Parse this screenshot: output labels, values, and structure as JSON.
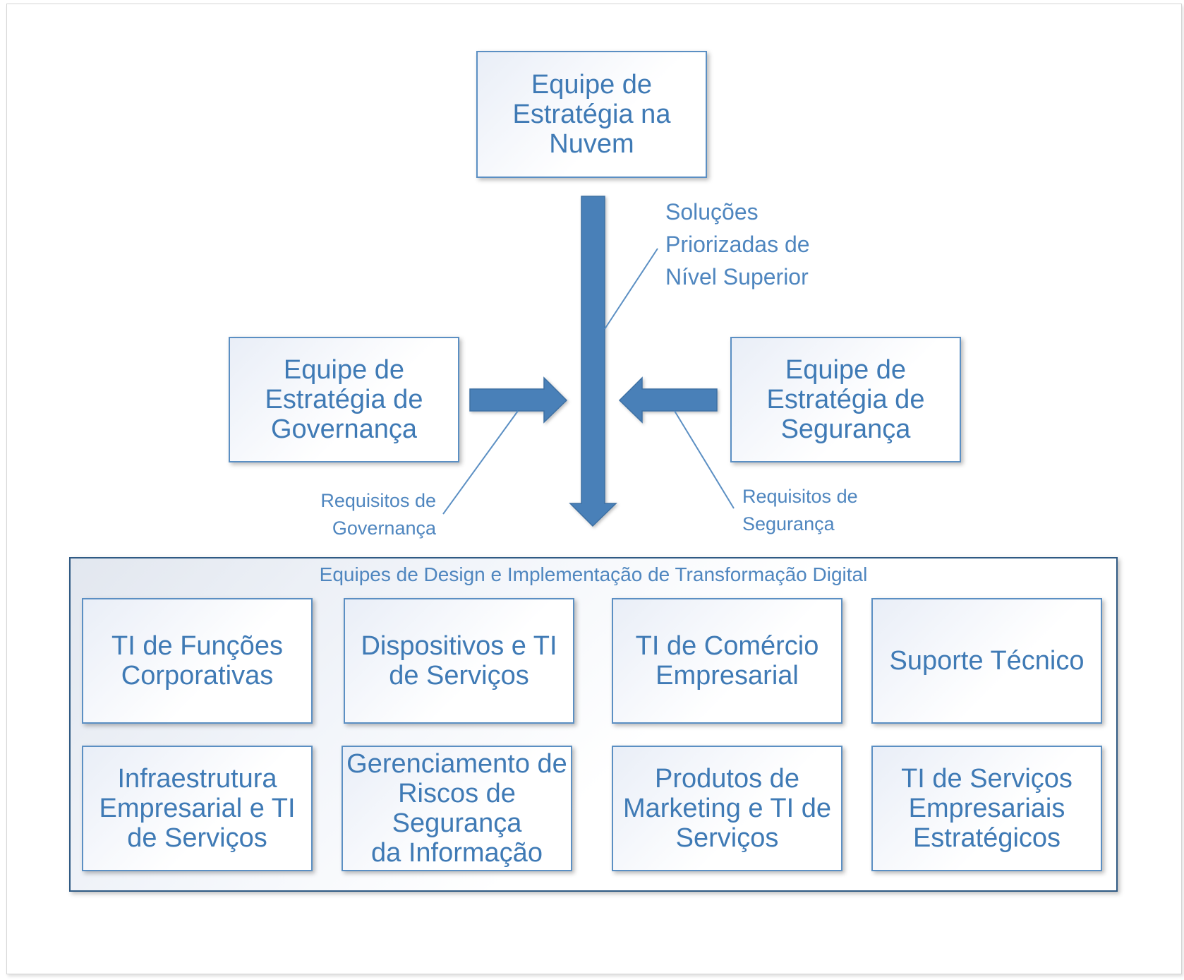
{
  "top_box": {
    "text": "Equipe de\nEstratégia na\nNuvem"
  },
  "left_box": {
    "text": "Equipe de\nEstratégia de\nGovernança"
  },
  "right_box": {
    "text": "Equipe de\nEstratégia de\nSegurança"
  },
  "labels": {
    "top_flow": "Soluções\nPriorizadas de\nNível Superior",
    "governance": "Requisitos de\nGovernança",
    "security": "Requisitos de\nSegurança"
  },
  "container": {
    "title": "Equipes de Design e Implementação de Transformação Digital",
    "teams": [
      "TI de Funções\nCorporativas",
      "Dispositivos e TI\nde Serviços",
      "TI de Comércio\nEmpresarial",
      "Suporte Técnico",
      "Infraestrutura\nEmpresarial e TI\nde Serviços",
      "Gerenciamento de\nRiscos de Segurança\nda Informação",
      "Produtos de\nMarketing e TI de\nServiços",
      "TI de Serviços\nEmpresariais\nEstratégicos"
    ]
  },
  "colors": {
    "box_border": "#5b8fc3",
    "text": "#3f7ab5",
    "arrow": "#4a80b8",
    "container_border": "#2f5a84"
  }
}
